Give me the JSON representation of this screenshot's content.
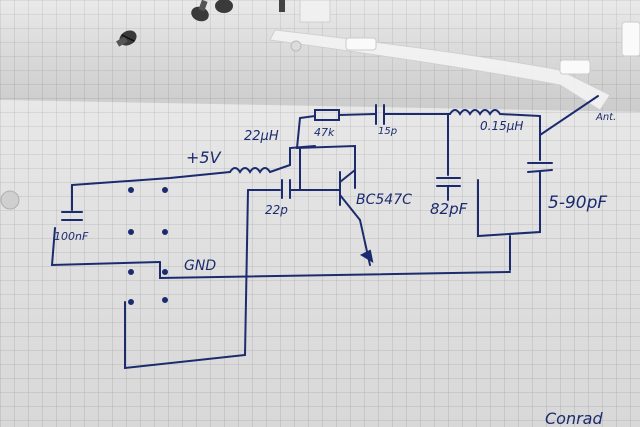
{
  "scene": {
    "description_colors": {
      "background_surface": "#9a9a9a",
      "paper": "#e8e8e8",
      "grid_line": "#b4b4b4",
      "ink": "#1b2b6e"
    },
    "icons": [
      "screw-icon",
      "plastic-frame"
    ]
  },
  "schematic": {
    "labels": {
      "plus5v": "+5V",
      "inductor1": "22µH",
      "resistor": "47k",
      "cap_top": "15p",
      "inductor2": "0.15µH",
      "antenna": "Ant.",
      "transistor": "BC547C",
      "cap_mid": "22p",
      "cap_82": "82pF",
      "trimmer": "5-90pF",
      "cap_left": "100nF",
      "gnd": "GND",
      "signature": "Conrad"
    }
  }
}
